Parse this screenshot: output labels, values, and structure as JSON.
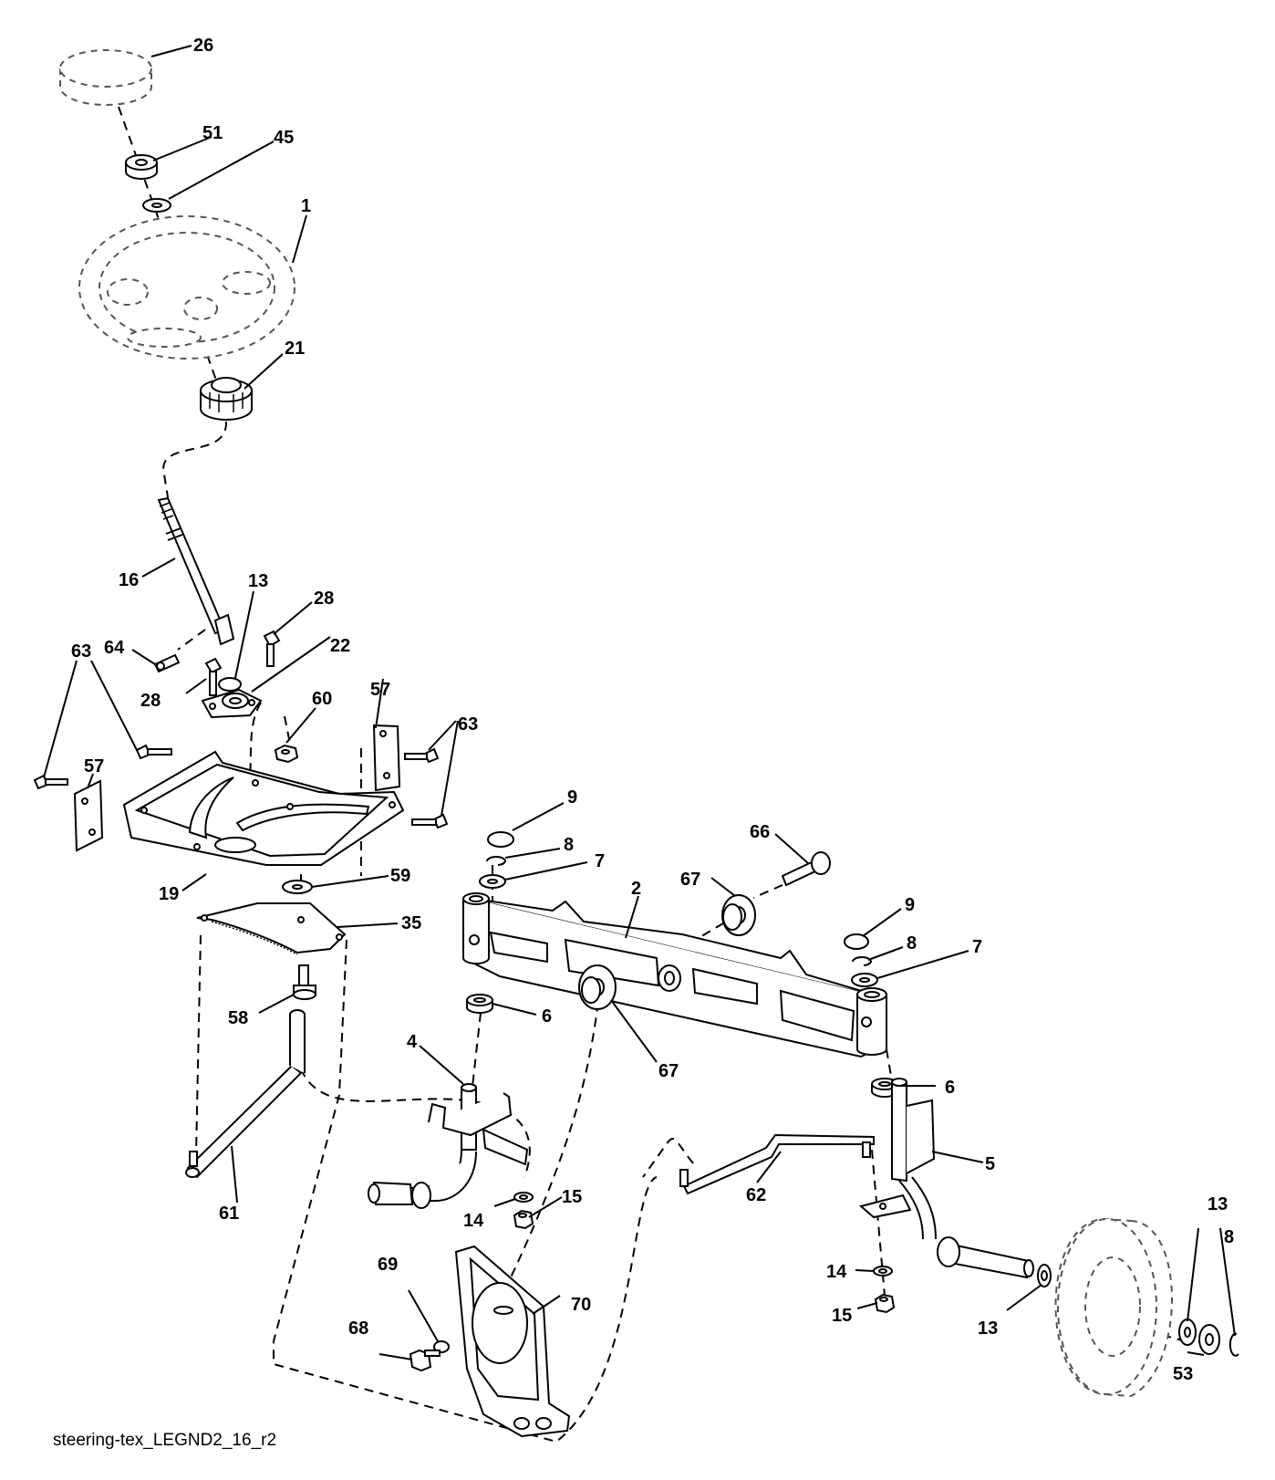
{
  "diagram": {
    "caption": "steering-tex_LEGND2_16_r2",
    "labels": [
      {
        "id": "lbl-26",
        "text": "26"
      },
      {
        "id": "lbl-51",
        "text": "51"
      },
      {
        "id": "lbl-45",
        "text": "45"
      },
      {
        "id": "lbl-1",
        "text": "1"
      },
      {
        "id": "lbl-21",
        "text": "21"
      },
      {
        "id": "lbl-16",
        "text": "16"
      },
      {
        "id": "lbl-13a",
        "text": "13"
      },
      {
        "id": "lbl-28a",
        "text": "28"
      },
      {
        "id": "lbl-22",
        "text": "22"
      },
      {
        "id": "lbl-64",
        "text": "64"
      },
      {
        "id": "lbl-63a",
        "text": "63"
      },
      {
        "id": "lbl-28b",
        "text": "28"
      },
      {
        "id": "lbl-60",
        "text": "60"
      },
      {
        "id": "lbl-57a",
        "text": "57"
      },
      {
        "id": "lbl-63b",
        "text": "63"
      },
      {
        "id": "lbl-57b",
        "text": "57"
      },
      {
        "id": "lbl-9a",
        "text": "9"
      },
      {
        "id": "lbl-8a",
        "text": "8"
      },
      {
        "id": "lbl-7a",
        "text": "7"
      },
      {
        "id": "lbl-66",
        "text": "66"
      },
      {
        "id": "lbl-67a",
        "text": "67"
      },
      {
        "id": "lbl-2",
        "text": "2"
      },
      {
        "id": "lbl-9b",
        "text": "9"
      },
      {
        "id": "lbl-8b",
        "text": "8"
      },
      {
        "id": "lbl-7b",
        "text": "7"
      },
      {
        "id": "lbl-19",
        "text": "19"
      },
      {
        "id": "lbl-59",
        "text": "59"
      },
      {
        "id": "lbl-35",
        "text": "35"
      },
      {
        "id": "lbl-6a",
        "text": "6"
      },
      {
        "id": "lbl-58",
        "text": "58"
      },
      {
        "id": "lbl-4",
        "text": "4"
      },
      {
        "id": "lbl-67b",
        "text": "67"
      },
      {
        "id": "lbl-6b",
        "text": "6"
      },
      {
        "id": "lbl-5",
        "text": "5"
      },
      {
        "id": "lbl-61",
        "text": "61"
      },
      {
        "id": "lbl-62",
        "text": "62"
      },
      {
        "id": "lbl-14a",
        "text": "14"
      },
      {
        "id": "lbl-15a",
        "text": "15"
      },
      {
        "id": "lbl-13b",
        "text": "13"
      },
      {
        "id": "lbl-8c",
        "text": "8"
      },
      {
        "id": "lbl-69",
        "text": "69"
      },
      {
        "id": "lbl-70",
        "text": "70"
      },
      {
        "id": "lbl-68",
        "text": "68"
      },
      {
        "id": "lbl-14b",
        "text": "14"
      },
      {
        "id": "lbl-15b",
        "text": "15"
      },
      {
        "id": "lbl-13c",
        "text": "13"
      },
      {
        "id": "lbl-53",
        "text": "53"
      }
    ]
  }
}
